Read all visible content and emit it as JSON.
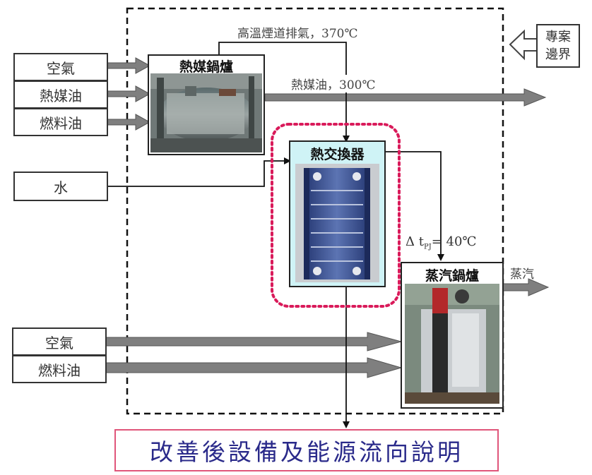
{
  "inputs": {
    "air_top": "空氣",
    "thermal_oil": "熱媒油",
    "fuel_oil_top": "燃料油",
    "water": "水",
    "air_bottom": "空氣",
    "fuel_oil_bottom": "燃料油"
  },
  "equipment": {
    "oil_boiler": "熱媒鍋爐",
    "heat_exchanger": "熱交換器",
    "steam_boiler": "蒸汽鍋爐"
  },
  "flows": {
    "flue_gas": "高溫煙道排氣，370℃",
    "thermal_oil_out": "熱媒油，300℃",
    "delta_t": "Δ t",
    "delta_t_sub": "PJ",
    "delta_t_value": "= 40℃",
    "steam": "蒸汽"
  },
  "project_boundary": "專案邊界",
  "caption": "改善後設備及能源流向說明"
}
